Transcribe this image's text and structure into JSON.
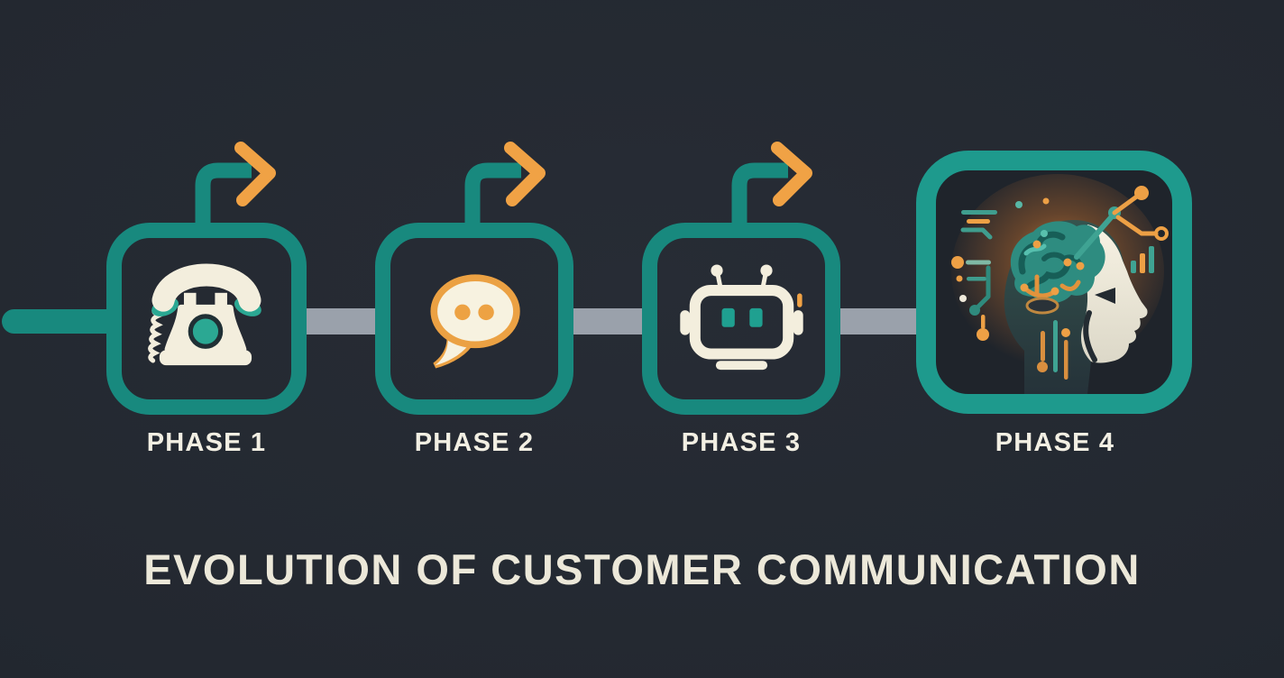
{
  "title": "EVOLUTION OF CUSTOMER COMMUNICATION",
  "phases": [
    {
      "label": "PHASE 1",
      "icon": "telephone-icon"
    },
    {
      "label": "PHASE 2",
      "icon": "chat-bubble-icon"
    },
    {
      "label": "PHASE 3",
      "icon": "robot-icon"
    },
    {
      "label": "PHASE 4",
      "icon": "ai-head-icon"
    }
  ],
  "colors": {
    "background": "#232830",
    "teal": "#18897e",
    "teal_bright": "#1e9a8d",
    "orange": "#f0a245",
    "connector_gray": "#9aa1ab",
    "cream": "#f3eedd",
    "label_text": "#f2efe3",
    "title_text": "#ece8d9"
  }
}
